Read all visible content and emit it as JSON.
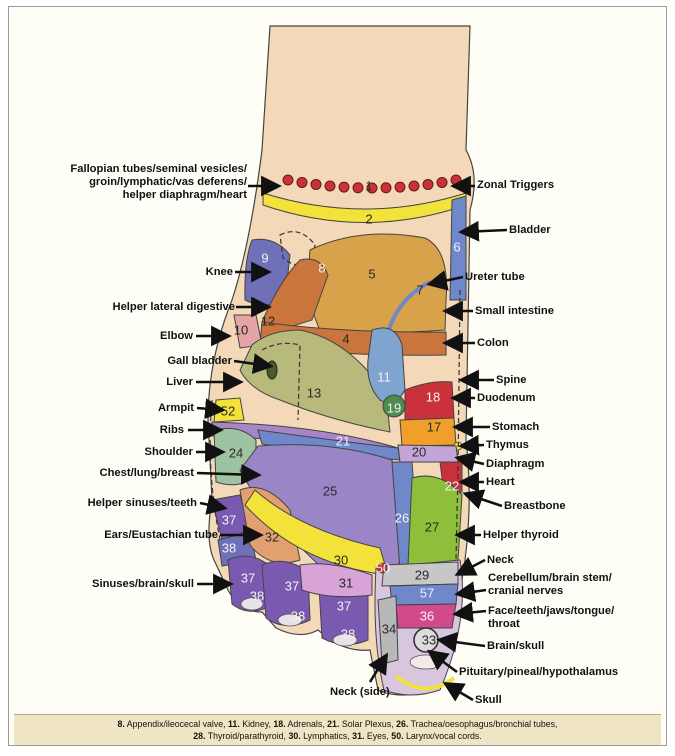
{
  "left_labels": [
    {
      "id": "fallopian",
      "lines": [
        "Fallopian tubes/seminal vesicles/",
        "groin/lymphatic/vas deferens/",
        "helper diaphragm/heart"
      ]
    },
    {
      "id": "knee",
      "lines": [
        "Knee"
      ]
    },
    {
      "id": "helper-lateral-digestive",
      "lines": [
        "Helper lateral digestive"
      ]
    },
    {
      "id": "elbow",
      "lines": [
        "Elbow"
      ]
    },
    {
      "id": "gall-bladder",
      "lines": [
        "Gall bladder"
      ]
    },
    {
      "id": "liver",
      "lines": [
        "Liver"
      ]
    },
    {
      "id": "armpit",
      "lines": [
        "Armpit"
      ]
    },
    {
      "id": "ribs",
      "lines": [
        "Ribs"
      ]
    },
    {
      "id": "shoulder",
      "lines": [
        "Shoulder"
      ]
    },
    {
      "id": "chest-lung-breast",
      "lines": [
        "Chest/lung/breast"
      ]
    },
    {
      "id": "helper-sinuses-teeth",
      "lines": [
        "Helper sinuses/teeth"
      ]
    },
    {
      "id": "ears-eustachian",
      "lines": [
        "Ears/Eustachian tube"
      ]
    },
    {
      "id": "sinuses-brain-skull",
      "lines": [
        "Sinuses/brain/skull"
      ]
    }
  ],
  "right_labels": [
    {
      "id": "zonal-triggers",
      "lines": [
        "Zonal Triggers"
      ]
    },
    {
      "id": "bladder",
      "lines": [
        "Bladder"
      ]
    },
    {
      "id": "ureter-tube",
      "lines": [
        "Ureter tube"
      ]
    },
    {
      "id": "small-intestine",
      "lines": [
        "Small intestine"
      ]
    },
    {
      "id": "colon",
      "lines": [
        "Colon"
      ]
    },
    {
      "id": "spine",
      "lines": [
        "Spine"
      ]
    },
    {
      "id": "duodenum",
      "lines": [
        "Duodenum"
      ]
    },
    {
      "id": "stomach",
      "lines": [
        "Stomach"
      ]
    },
    {
      "id": "thymus",
      "lines": [
        "Thymus"
      ]
    },
    {
      "id": "diaphragm",
      "lines": [
        "Diaphragm"
      ]
    },
    {
      "id": "heart",
      "lines": [
        "Heart"
      ]
    },
    {
      "id": "breastbone",
      "lines": [
        "Breastbone"
      ]
    },
    {
      "id": "helper-thyroid",
      "lines": [
        "Helper thyroid"
      ]
    },
    {
      "id": "neck",
      "lines": [
        "Neck"
      ]
    },
    {
      "id": "cerebellum",
      "lines": [
        "Cerebellum/brain stem/",
        "cranial nerves"
      ]
    },
    {
      "id": "face-teeth",
      "lines": [
        "Face/teeth/jaws/tongue/",
        "throat"
      ]
    },
    {
      "id": "brain-skull",
      "lines": [
        "Brain/skull"
      ]
    },
    {
      "id": "pituitary",
      "lines": [
        "Pituitary/pineal/hypothalamus"
      ]
    },
    {
      "id": "skull",
      "lines": [
        "Skull"
      ]
    }
  ],
  "bottom_labels": [
    {
      "id": "neck-side",
      "lines": [
        "Neck (side)"
      ]
    }
  ],
  "zone_numbers": [
    "1",
    "2",
    "5",
    "6",
    "7",
    "9",
    "8",
    "10",
    "12",
    "4",
    "11",
    "13",
    "18",
    "19",
    "17",
    "52",
    "21",
    "20",
    "24",
    "25",
    "22",
    "26",
    "27",
    "37",
    "38",
    "32",
    "30",
    "29",
    "57",
    "31",
    "36",
    "34",
    "33",
    "50"
  ],
  "footer": {
    "line1": [
      {
        "num": "8.",
        "text": " Appendix/ileocecal valve, "
      },
      {
        "num": "11.",
        "text": " Kidney, "
      },
      {
        "num": "18.",
        "text": " Adrenals, "
      },
      {
        "num": "21.",
        "text": " Solar Plexus, "
      },
      {
        "num": "26.",
        "text": " Trachea/oesophagus/bronchial tubes,"
      }
    ],
    "line2": [
      {
        "num": "28.",
        "text": " Thyroid/parathyroid, "
      },
      {
        "num": "30.",
        "text": " Lymphatics, "
      },
      {
        "num": "31.",
        "text": " Eyes, "
      },
      {
        "num": "50.",
        "text": " Larynx/vocal cords."
      }
    ]
  },
  "colors": {
    "skin": "#f3d9b8",
    "bladder": "#6f88c9",
    "small_intestine": "#d8a24a",
    "colon": "#c9753c",
    "liver": "#b8ba7c",
    "kidney": "#7ea4cf",
    "lung": "#9a86c6",
    "toe_purple": "#7a5ab0",
    "green": "#8fbf3a",
    "yellow": "#f2e23a",
    "red": "#c9323a",
    "pink": "#d24a8c",
    "skin_toe": "#d8c6de"
  }
}
